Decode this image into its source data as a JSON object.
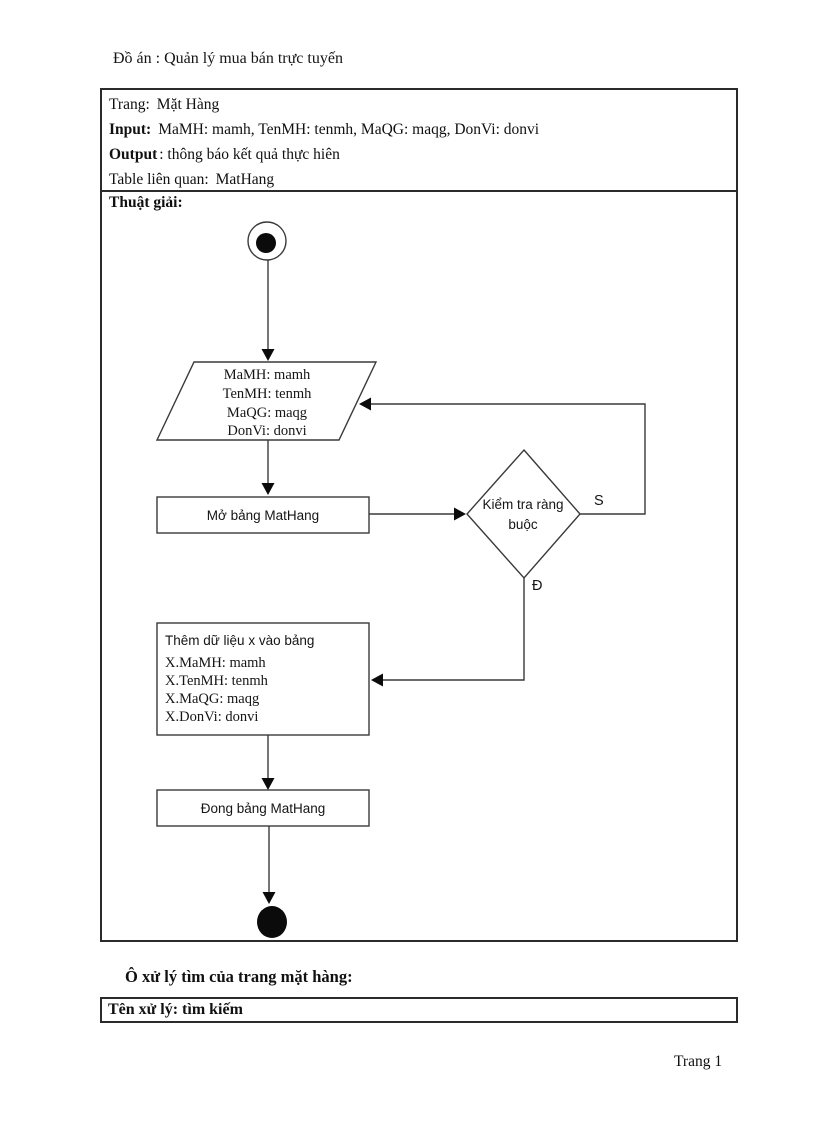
{
  "header": {
    "title": "Đồ án : Quản lý mua bán trực tuyến"
  },
  "spec_table": {
    "trang_label": "Trang:",
    "trang_value": "Mặt Hàng",
    "input_label": "Input:",
    "input_value": "MaMH: mamh,  TenMH: tenmh,  MaQG: maqg,  DonVi:  donvi",
    "output_label": "Output",
    "output_value": ": thông báo kết quả thực hiên",
    "table_label": "Table  liên quan:",
    "table_value": "MatHang"
  },
  "flowchart": {
    "section_title": "Thuật  giải:",
    "input_node": {
      "line1": "MaMH: mamh",
      "line2": "TenMH: tenmh",
      "line3": "MaQG: maqg",
      "line4": "DonVi: donvi"
    },
    "open_table_label": "Mở bảng MatHang",
    "decision": {
      "line1": "Kiểm tra ràng",
      "line2": "buộc"
    },
    "branch_no_label": "S",
    "branch_yes_label": "Đ",
    "insert_node": {
      "title": "Thêm dữ liệu x vào bảng",
      "line1": "X.MaMH: mamh",
      "line2": "X.TenMH: tenmh",
      "line3": "X.MaQG: maqg",
      "line4": "X.DonVi: donvi"
    },
    "close_table_label": "Đong bảng MatHang"
  },
  "search_section": {
    "heading": "Ô xử lý tìm của trang mặt hàng:",
    "process_name": "Tên xử lý: tìm kiếm"
  },
  "footer": {
    "page_label": "Trang  1"
  }
}
